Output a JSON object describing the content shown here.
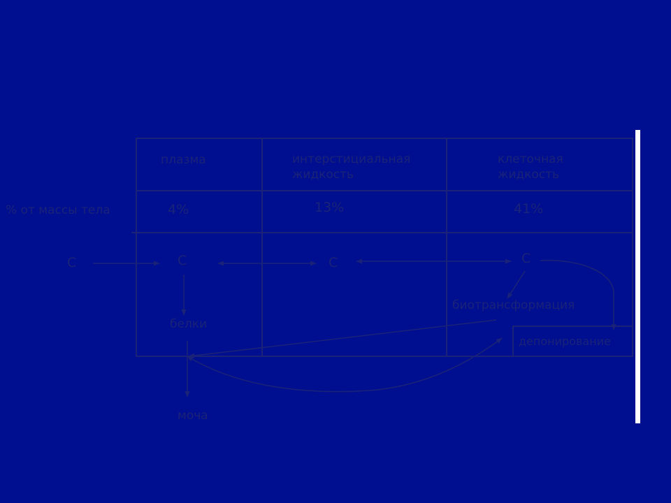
{
  "table": {
    "headers": {
      "plasma": "плазма",
      "interstitial_line1": "интерстициальная",
      "interstitial_line2": "жидкость",
      "cellular_line1": "клеточная",
      "cellular_line2": "жидкость"
    },
    "row_label": "% от массы тела",
    "percentages": {
      "plasma": "4%",
      "interstitial": "13%",
      "cellular": "41%"
    }
  },
  "nodes": {
    "c_input": "С",
    "c_plasma": "С",
    "c_interstitial": "С",
    "c_cellular": "С",
    "proteins": "белки",
    "biotransformation": "биотрансформация",
    "deposition": "депонирование",
    "urine": "моча"
  },
  "colors": {
    "background": "#000f8f",
    "lines": "#1a2378",
    "text": "#1a2378",
    "side_bar": "#ffffff"
  }
}
